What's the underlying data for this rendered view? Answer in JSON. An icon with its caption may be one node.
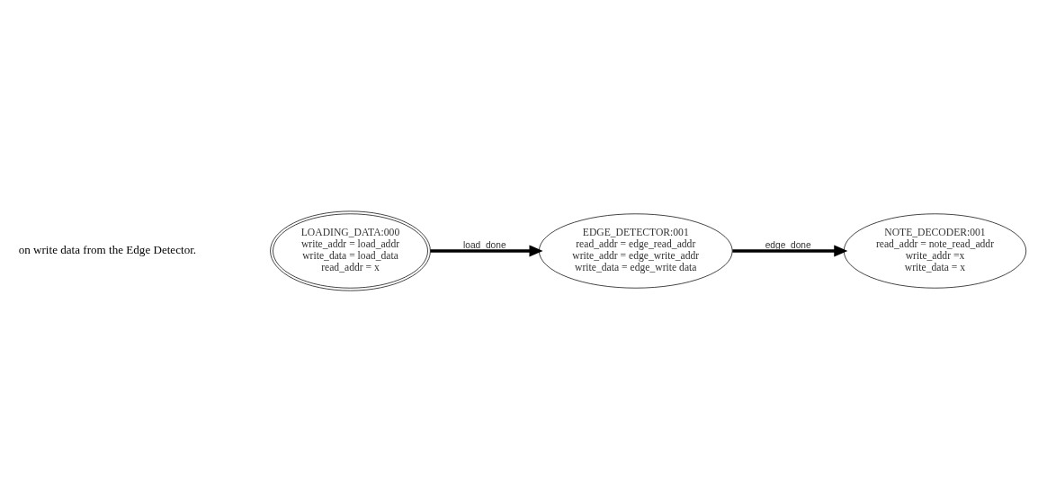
{
  "diagram": {
    "nodes": [
      {
        "text": [
          "LOADING_DATA:000",
          "write_addr = load_addr",
          "write_data = load_data",
          "read_addr = x"
        ]
      },
      {
        "text": [
          "EDGE_DETECTOR:001",
          "read_addr = edge_read_addr",
          "write_addr = edge_write_addr",
          "write_data = edge_write data"
        ]
      },
      {
        "text": [
          "NOTE_DECODER:001",
          "read_addr = note_read_addr",
          "write_addr =x",
          "write_data = x"
        ]
      }
    ],
    "edges": [
      {
        "from": 0,
        "to": 1,
        "arrow": "to",
        "label": "load_done"
      },
      {
        "from": 1,
        "to": 2,
        "arrow": "to",
        "label": "edge_done"
      }
    ],
    "labels": [
      "on write data from the Edge Detector."
    ]
  }
}
